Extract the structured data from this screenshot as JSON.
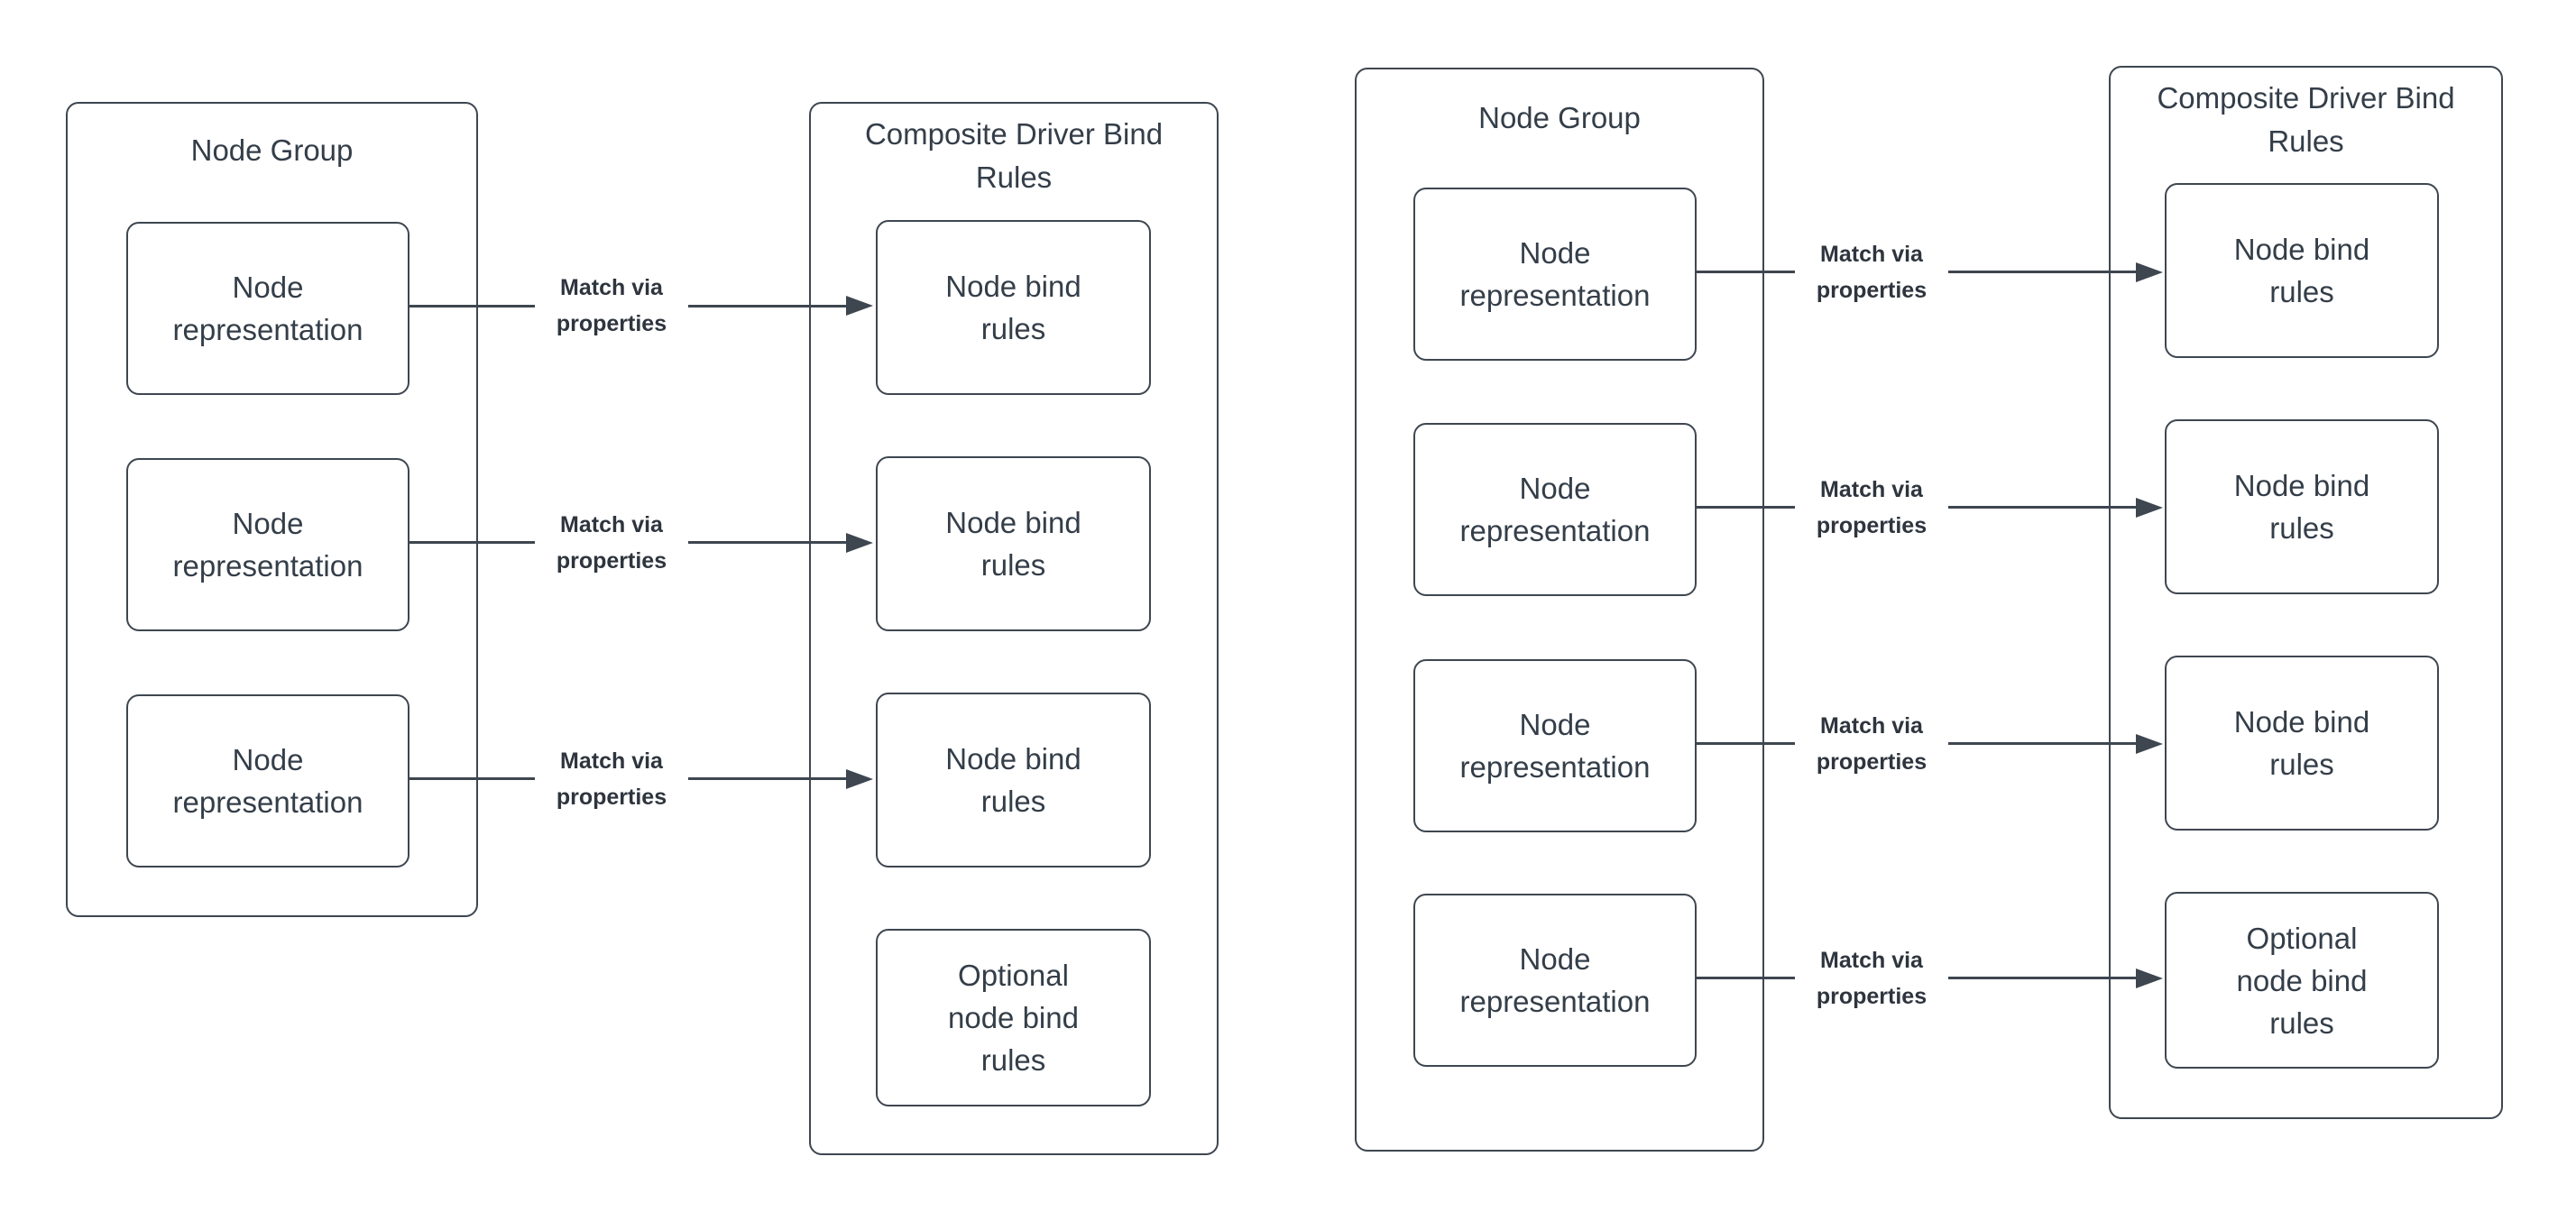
{
  "colors": {
    "background": "#ffffff",
    "stroke": "#3e4650",
    "text": "#343e49",
    "edge_label_text": "#2e353e"
  },
  "edge_label": "Match via properties",
  "diagrams": [
    {
      "node_group": {
        "title": "Node Group",
        "nodes": [
          "Node representation",
          "Node representation",
          "Node representation"
        ]
      },
      "composite": {
        "title": "Composite Driver Bind Rules",
        "rules": [
          "Node bind rules",
          "Node bind rules",
          "Node bind rules",
          "Optional node bind rules"
        ]
      }
    },
    {
      "node_group": {
        "title": "Node Group",
        "nodes": [
          "Node representation",
          "Node representation",
          "Node representation",
          "Node representation"
        ]
      },
      "composite": {
        "title": "Composite Driver Bind Rules",
        "rules": [
          "Node bind rules",
          "Node bind rules",
          "Node bind rules",
          "Optional node bind rules"
        ]
      }
    }
  ]
}
